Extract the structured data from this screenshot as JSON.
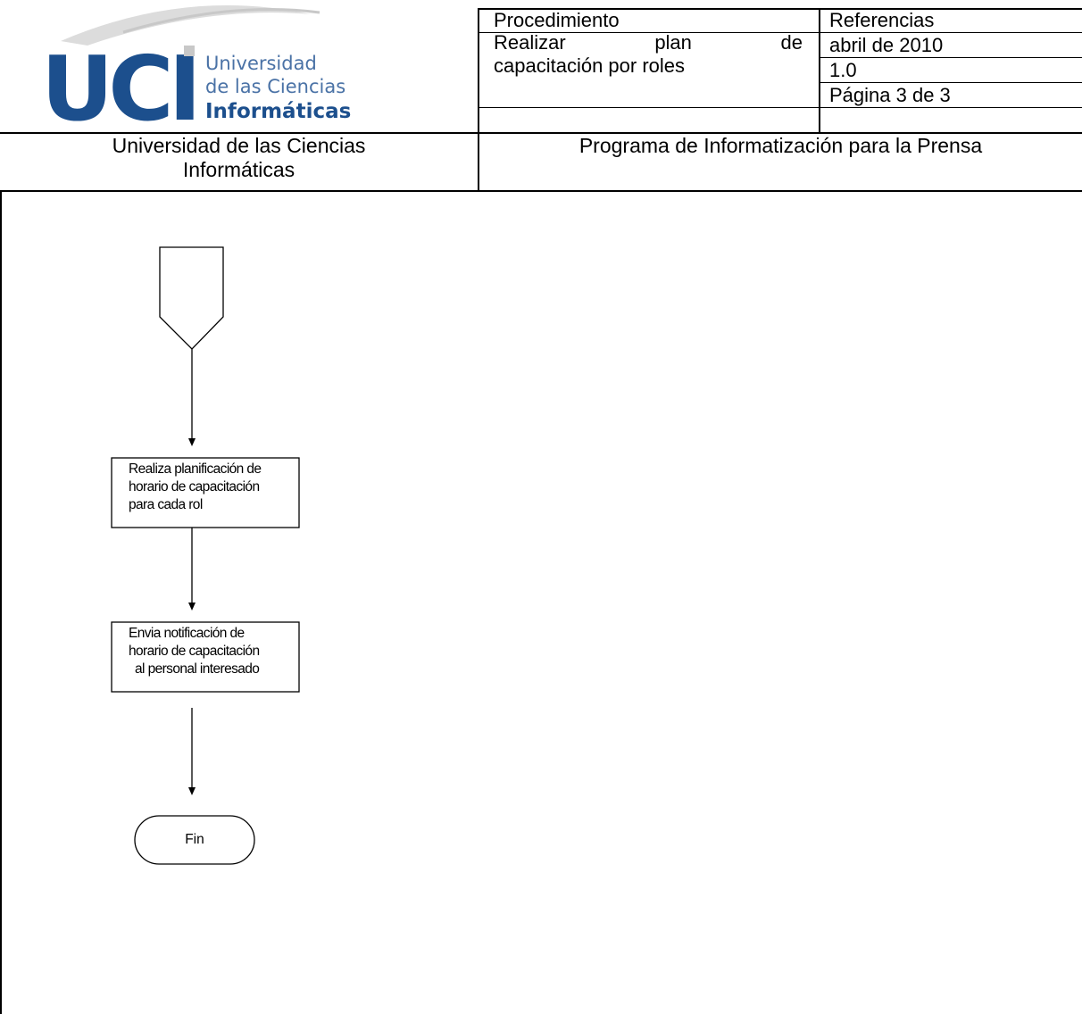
{
  "header": {
    "logo": {
      "letters": "UCI",
      "line1": "Universidad",
      "line2": "de las Ciencias",
      "line3": "Informáticas"
    },
    "procedimiento_label": "Procedimiento",
    "procedure_title_line1_words": [
      "Realizar",
      "plan",
      "de"
    ],
    "procedure_title_line2": "capacitación por roles",
    "referencias_label": "Referencias",
    "date": "abril de 2010",
    "version": "1.0",
    "page": "Página 3 de 3",
    "university_line1": "Universidad de las Ciencias",
    "university_line2": "Informáticas",
    "program": "Programa de Informatización para la Prensa"
  },
  "flow": {
    "step1": [
      "Realiza planificación de",
      "horario de capacitación",
      "para cada rol"
    ],
    "step2": [
      "Envia notificación de",
      "horario de capacitación",
      "al personal interesado"
    ],
    "end": "Fin"
  }
}
